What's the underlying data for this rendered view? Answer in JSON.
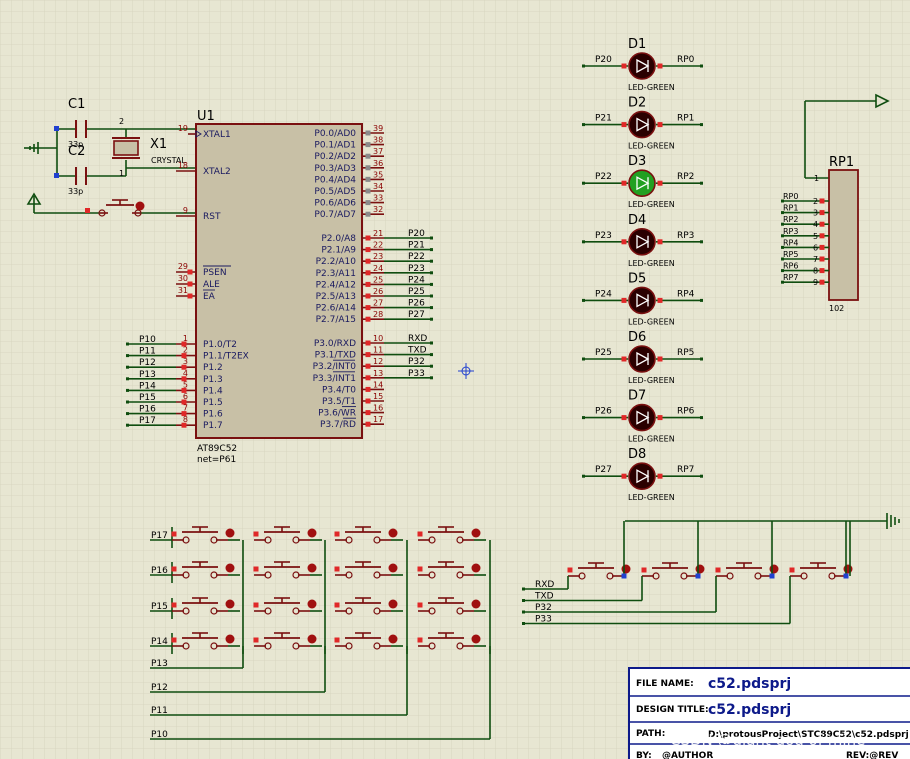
{
  "mcu": {
    "ref": "U1",
    "part": "AT89C52",
    "net": "net=P61",
    "left_pins": [
      {
        "num": "19",
        "name": "XTAL1"
      },
      {
        "num": "18",
        "name": "XTAL2"
      },
      {
        "num": "9",
        "name": "RST"
      },
      {
        "num": "29",
        "name": "PSEN"
      },
      {
        "num": "30",
        "name": "ALE"
      },
      {
        "num": "31",
        "name": "EA"
      },
      {
        "num": "1",
        "name": "P1.0/T2",
        "net": "P10"
      },
      {
        "num": "2",
        "name": "P1.1/T2EX",
        "net": "P11"
      },
      {
        "num": "3",
        "name": "P1.2",
        "net": "P12"
      },
      {
        "num": "4",
        "name": "P1.3",
        "net": "P13"
      },
      {
        "num": "5",
        "name": "P1.4",
        "net": "P14"
      },
      {
        "num": "6",
        "name": "P1.5",
        "net": "P15"
      },
      {
        "num": "7",
        "name": "P1.6",
        "net": "P16"
      },
      {
        "num": "8",
        "name": "P1.7",
        "net": "P17"
      }
    ],
    "right_pins": [
      {
        "num": "39",
        "name": "P0.0/AD0"
      },
      {
        "num": "38",
        "name": "P0.1/AD1"
      },
      {
        "num": "37",
        "name": "P0.2/AD2"
      },
      {
        "num": "36",
        "name": "P0.3/AD3"
      },
      {
        "num": "35",
        "name": "P0.4/AD4"
      },
      {
        "num": "34",
        "name": "P0.5/AD5"
      },
      {
        "num": "33",
        "name": "P0.6/AD6"
      },
      {
        "num": "32",
        "name": "P0.7/AD7"
      },
      {
        "num": "21",
        "name": "P2.0/A8",
        "net": "P20"
      },
      {
        "num": "22",
        "name": "P2.1/A9",
        "net": "P21"
      },
      {
        "num": "23",
        "name": "P2.2/A10",
        "net": "P22"
      },
      {
        "num": "24",
        "name": "P2.3/A11",
        "net": "P23"
      },
      {
        "num": "25",
        "name": "P2.4/A12",
        "net": "P24"
      },
      {
        "num": "26",
        "name": "P2.5/A13",
        "net": "P25"
      },
      {
        "num": "27",
        "name": "P2.6/A14",
        "net": "P26"
      },
      {
        "num": "28",
        "name": "P2.7/A15",
        "net": "P27"
      },
      {
        "num": "10",
        "name": "P3.0/RXD",
        "net": "RXD"
      },
      {
        "num": "11",
        "name": "P3.1/TXD",
        "net": "TXD"
      },
      {
        "num": "12",
        "name": "P3.2/INT0",
        "net": "P32"
      },
      {
        "num": "13",
        "name": "P3.3/INT1",
        "net": "P33"
      },
      {
        "num": "14",
        "name": "P3.4/T0"
      },
      {
        "num": "15",
        "name": "P3.5/T1"
      },
      {
        "num": "16",
        "name": "P3.6/WR"
      },
      {
        "num": "17",
        "name": "P3.7/RD"
      }
    ]
  },
  "oscillator": {
    "c1": "C1",
    "c2": "C2",
    "c_value": "33p",
    "c_value_overlap": "33p",
    "crystal_ref": "X1",
    "crystal_type": "CRYSTAL",
    "crystal_pin1": "1",
    "crystal_pin2": "2"
  },
  "leds": [
    {
      "ref": "D1",
      "type": "LED-GREEN",
      "left_net": "P20",
      "right_net": "RP0",
      "lit": false
    },
    {
      "ref": "D2",
      "type": "LED-GREEN",
      "left_net": "P21",
      "right_net": "RP1",
      "lit": false
    },
    {
      "ref": "D3",
      "type": "LED-GREEN",
      "left_net": "P22",
      "right_net": "RP2",
      "lit": true
    },
    {
      "ref": "D4",
      "type": "LED-GREEN",
      "left_net": "P23",
      "right_net": "RP3",
      "lit": false
    },
    {
      "ref": "D5",
      "type": "LED-GREEN",
      "left_net": "P24",
      "right_net": "RP4",
      "lit": false
    },
    {
      "ref": "D6",
      "type": "LED-GREEN",
      "left_net": "P25",
      "right_net": "RP5",
      "lit": false
    },
    {
      "ref": "D7",
      "type": "LED-GREEN",
      "left_net": "P26",
      "right_net": "RP6",
      "lit": false
    },
    {
      "ref": "D8",
      "type": "LED-GREEN",
      "left_net": "P27",
      "right_net": "RP7",
      "lit": false
    }
  ],
  "resistor_pack": {
    "ref": "RP1",
    "value": "102",
    "common_pin": "1",
    "pins": [
      {
        "num": "2",
        "net": "RP0"
      },
      {
        "num": "3",
        "net": "RP1"
      },
      {
        "num": "4",
        "net": "RP2"
      },
      {
        "num": "5",
        "net": "RP3"
      },
      {
        "num": "6",
        "net": "RP4"
      },
      {
        "num": "7",
        "net": "RP5"
      },
      {
        "num": "8",
        "net": "RP6"
      },
      {
        "num": "9",
        "net": "RP7"
      }
    ]
  },
  "keypad": {
    "row_labels": [
      "P17",
      "P16",
      "P15",
      "P14"
    ],
    "col_labels": [
      "P13",
      "P12",
      "P11",
      "P10"
    ]
  },
  "independent_keys": {
    "labels": [
      "RXD",
      "TXD",
      "P32",
      "P33"
    ]
  },
  "title_block": {
    "file_label": "FILE NAME:",
    "file_value": "c52.pdsprj",
    "design_label": "DESIGN TITLE:",
    "design_value": "c52.pdsprj",
    "path_label": "PATH:",
    "path_value": "D:\\protousProject\\STC89C52\\c52.pdsprj",
    "by_label": "BY:",
    "by_value": "@AUTHOR",
    "rev_label": "REV:@REV"
  },
  "watermark": "CSDN @giant god of mine",
  "colors": {
    "background": "#e7e6d2",
    "grid": "#cfcdb6",
    "wire": "#0f4d0f",
    "part_body": "#c8c0a6",
    "part_outline": "#7a1010",
    "led_off": "#2a0000",
    "led_on": "#22a022",
    "pin_marker": "#e02828",
    "port_marker": "#2040d0"
  }
}
